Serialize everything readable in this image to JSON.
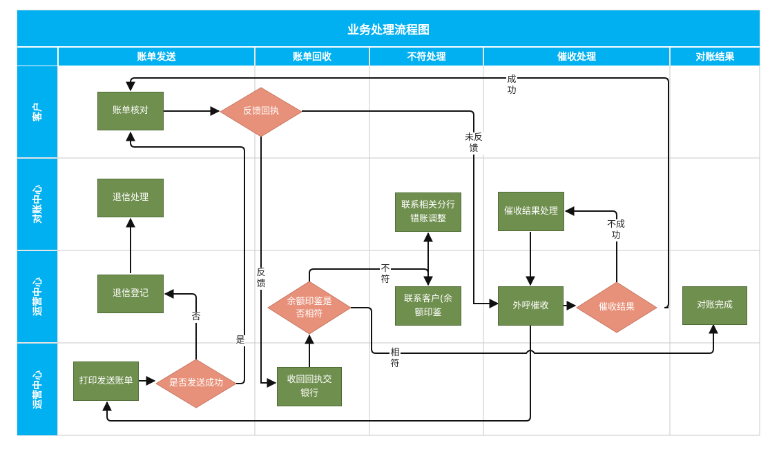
{
  "title": "业务处理流程图",
  "columns": [
    "账单发送",
    "账单回收",
    "不符处理",
    "催收处理",
    "对账结果"
  ],
  "lanes": [
    "客户",
    "对账中心",
    "运营中心",
    "运营中心"
  ],
  "nodes": {
    "bill_check": "账单核对",
    "return_handle": "退信处理",
    "return_register": "退信登记",
    "print_bill": "打印发送账单",
    "contact_adjust": "联系相关分行错账调整",
    "contact_client": "联系客户(余额印鉴",
    "collect_result_handle": "催收结果处理",
    "outbound_collect": "外呼催收",
    "recon_done": "对账完成",
    "receipt_bank": "收回回执交银行"
  },
  "decisions": {
    "feedback_receipt": "反馈回执",
    "send_success": "是否发送成功",
    "seal_match": "余额印鉴是否相符",
    "collect_result": "催收结果"
  },
  "labels": {
    "success": "成功",
    "no_feedback": "未反馈",
    "feedback": "反馈",
    "not_match": "不符",
    "not_success": "不成功",
    "no": "否",
    "yes": "是",
    "match": "相符"
  },
  "colors": {
    "header": "#00b0f0",
    "process": "#6f8f4e",
    "decision": "#e8917a",
    "line": "#111111",
    "grid": "#c8c8c8"
  }
}
